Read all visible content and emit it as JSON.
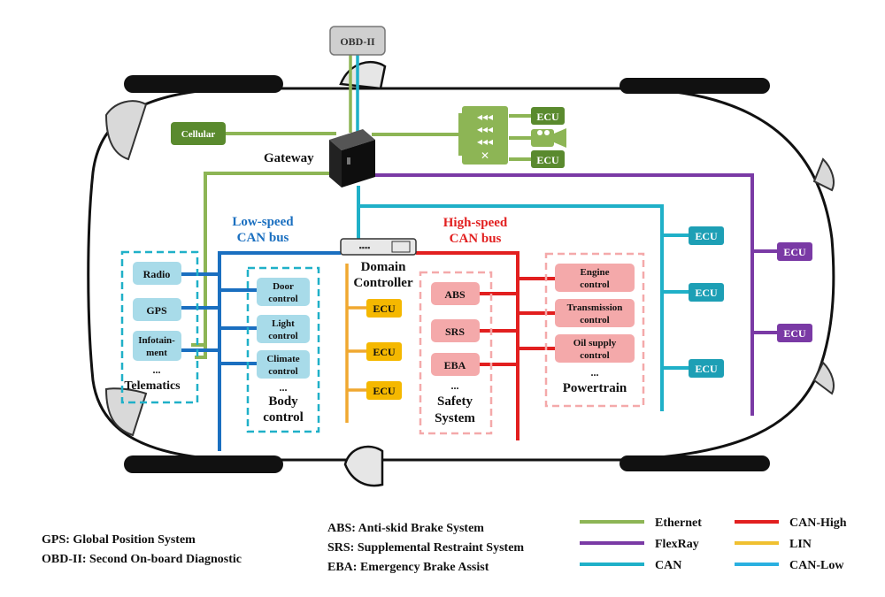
{
  "colors": {
    "ethernet": "#8db555",
    "flexray": "#7a3aa5",
    "can": "#1fb0c8",
    "can_high": "#e21f1f",
    "lin": "#f0a830",
    "can_low": "#1a6fc0",
    "ecu_green": "#5a8a2e",
    "ecu_teal": "#1d9fb5",
    "ecu_purple": "#7a3aa5",
    "ecu_orange": "#f5b800",
    "box_blue": "#a8dbe9",
    "box_pink": "#f4a9aa"
  },
  "icons": [
    "gateway-icon",
    "switch-icon",
    "camera-icon",
    "domain-controller-icon"
  ],
  "top": {
    "obd": "OBD-II",
    "cellular": "Cellular",
    "gateway": "Gateway",
    "ecu_top1": "ECU",
    "ecu_top2": "ECU"
  },
  "buses": {
    "low_speed_1": "Low-speed",
    "low_speed_2": "CAN bus",
    "high_speed_1": "High-speed",
    "high_speed_2": "CAN bus"
  },
  "domain": {
    "line1": "Domain",
    "line2": "Controller"
  },
  "telematics": {
    "items": [
      "Radio",
      "GPS",
      "Infotain-",
      "ment"
    ],
    "ellipsis": "...",
    "title": "Telematics"
  },
  "body": {
    "door": [
      "Door",
      "control"
    ],
    "light": [
      "Light",
      "control"
    ],
    "climate": [
      "Climate",
      "control"
    ],
    "ellipsis": "...",
    "title": [
      "Body",
      "control"
    ]
  },
  "lin_ecus": [
    "ECU",
    "ECU",
    "ECU"
  ],
  "safety": {
    "items": [
      "ABS",
      "SRS",
      "EBA"
    ],
    "ellipsis": "...",
    "title": [
      "Safety",
      "System"
    ]
  },
  "powertrain": {
    "engine": [
      "Engine",
      "control"
    ],
    "transmission": [
      "Transmission",
      "control"
    ],
    "oil": [
      "Oil supply",
      "control"
    ],
    "ellipsis": "...",
    "title": "Powertrain"
  },
  "can_ecus": [
    "ECU",
    "ECU",
    "ECU"
  ],
  "flexray_ecus": [
    "ECU",
    "ECU"
  ],
  "footnotes": {
    "gps": "GPS: Global Position System",
    "obd": "OBD-II: Second On-board Diagnostic",
    "abs": "ABS: Anti-skid Brake System",
    "srs": "SRS: Supplemental Restraint System",
    "eba": "EBA: Emergency Brake Assist"
  },
  "legend": {
    "ethernet": "Ethernet",
    "flexray": "FlexRay",
    "can": "CAN",
    "can_high": "CAN-High",
    "lin": "LIN",
    "can_low": "CAN-Low"
  }
}
